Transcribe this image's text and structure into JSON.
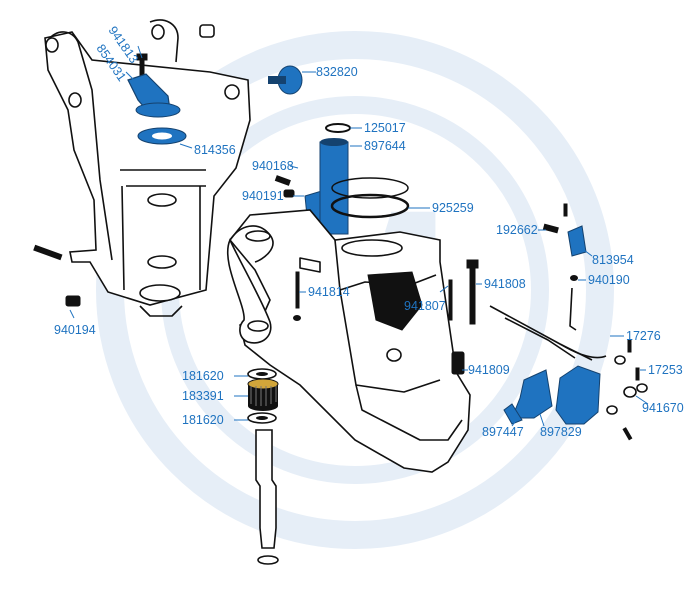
{
  "colors": {
    "label": "#1f73c0",
    "part_highlight": "#1f73c0",
    "part_highlight_dark": "#14426f",
    "ink": "#111111",
    "watermark": "#e6eef7"
  },
  "watermark": {
    "icon": "circle-m-logo"
  },
  "labels": {
    "p941813": "941813",
    "p854031": "854031",
    "p832820": "832820",
    "p814356": "814356",
    "p125017": "125017",
    "p897644": "897644",
    "p940168": "940168",
    "p940191": "940191",
    "p925259": "925259",
    "p192662": "192662",
    "p813954": "813954",
    "p940190": "940190",
    "p941814": "941814",
    "p941807": "941807",
    "p941808": "941808",
    "p940194": "940194",
    "p17276": "17276",
    "p181620a": "181620",
    "p183391": "183391",
    "p181620b": "181620",
    "p941809": "941809",
    "p17253": "17253",
    "p941670": "941670",
    "p897447": "897447",
    "p897829": "897829"
  }
}
